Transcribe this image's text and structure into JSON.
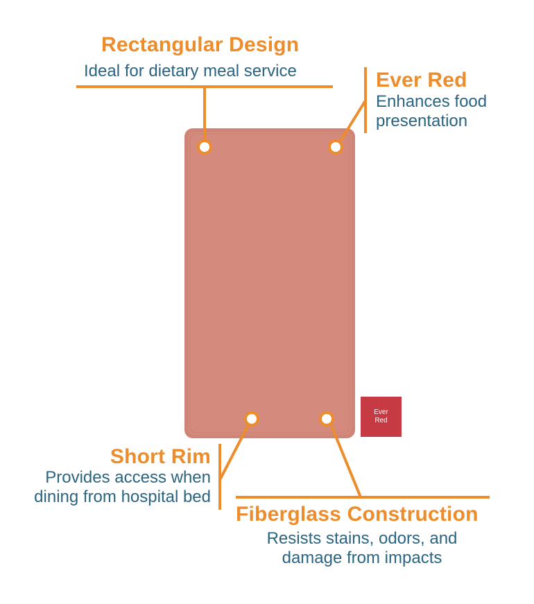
{
  "features": {
    "rectangular_design": {
      "title": "Rectangular Design",
      "description": "Ideal for dietary meal service"
    },
    "ever_red": {
      "title": "Ever Red",
      "description_lines": [
        "Enhances food",
        "presentation"
      ]
    },
    "short_rim": {
      "title": "Short Rim",
      "description_lines": [
        "Provides access when",
        "dining from hospital bed"
      ]
    },
    "fiberglass_construction": {
      "title": "Fiberglass Construction",
      "description_lines": [
        "Resists stains, odors, and",
        "damage from impacts"
      ]
    }
  },
  "swatch": {
    "label_lines": [
      "Ever",
      "Red"
    ],
    "color": "#c63b43"
  },
  "colors": {
    "accent": "#ec8c2a",
    "text": "#2a6480",
    "tray": "#d48b7d",
    "tray_rim": "#cf8576"
  }
}
